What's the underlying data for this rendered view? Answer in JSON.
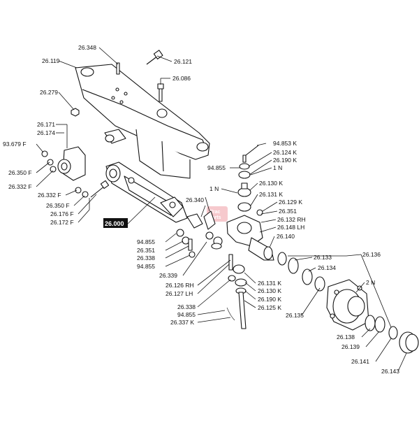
{
  "diagram": {
    "part_labels": [
      "26.348",
      "26.121",
      "26.119",
      "26.086",
      "26.279",
      "26.171",
      "26.174",
      "93.679 F",
      "26.350 F",
      "26.332 F",
      "26.332 F",
      "26.350 F",
      "26.176 F",
      "26.172 F",
      "94.855",
      "94.853 K",
      "26.124 K",
      "26.190 K",
      "1 N",
      "26.130 K",
      "26.131 K",
      "26.129 K",
      "26.340",
      "26.351",
      "26.132 RH",
      "26.148 LH",
      "26.140",
      "94.855",
      "26.351",
      "26.338",
      "94.855",
      "26.339",
      "26.133",
      "26.134",
      "26.136",
      "2 N",
      "26.126 RH",
      "26.127 LH",
      "26.131 K",
      "26.130 K",
      "26.190 K",
      "26.338",
      "94.855",
      "26.125 K",
      "26.337 K",
      "26.135",
      "26.138",
      "26.139",
      "26.141",
      "26.143"
    ],
    "callout": "26.000",
    "watermark_lines": [
      "Trac",
      "Parts"
    ]
  }
}
